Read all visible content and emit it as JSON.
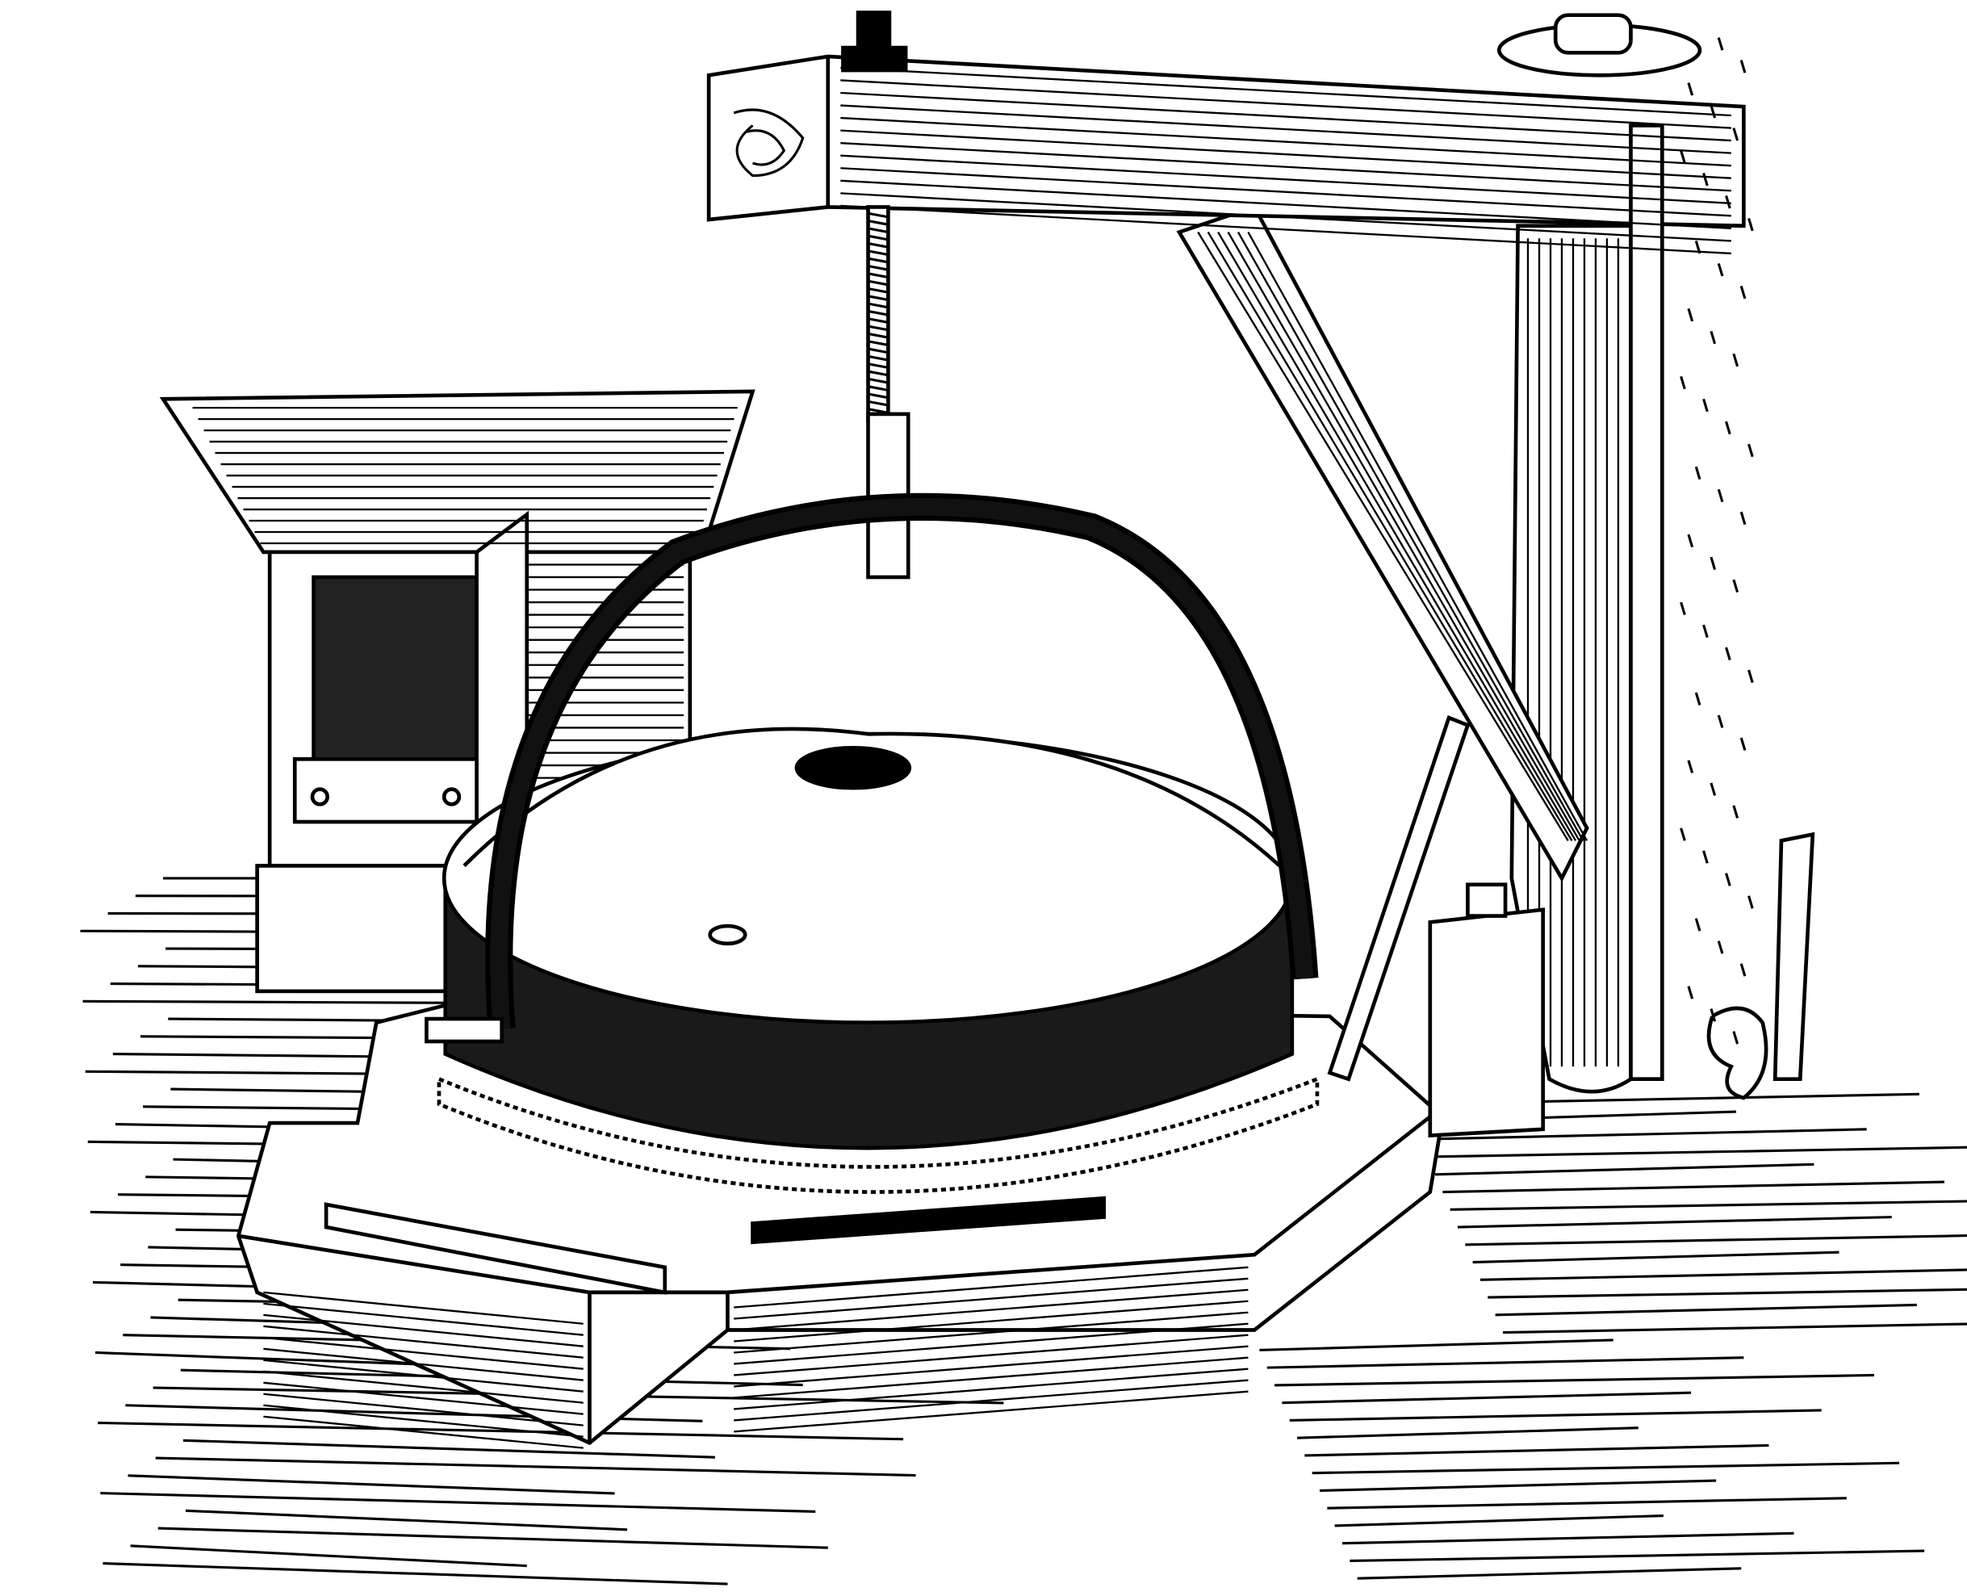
{
  "illustration": {
    "style": "black-and-white line engraving",
    "colors": {
      "ink": "#000000",
      "paper": "#ffffff",
      "shadow": "#1a1a1a"
    },
    "parts": [
      "floor",
      "octagonal-base",
      "millstone",
      "iron-bail",
      "adjusting-screw",
      "crane-beam",
      "crane-post",
      "diagonal-brace",
      "hopper",
      "feed-shoe",
      "wedge-block",
      "lever-hook"
    ]
  }
}
